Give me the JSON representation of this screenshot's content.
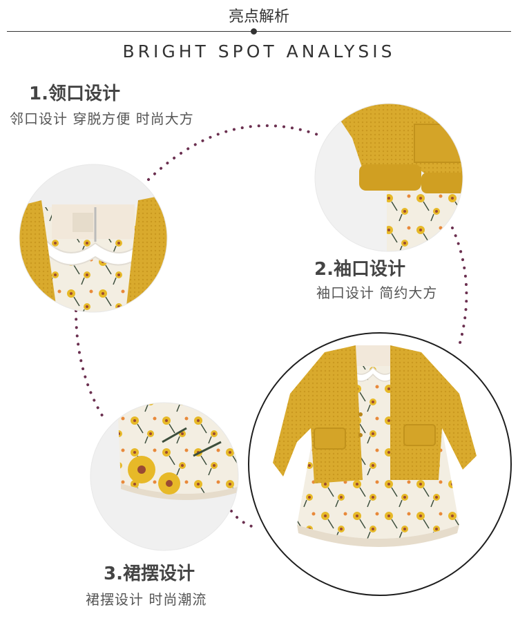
{
  "header": {
    "title": "亮点解析",
    "subtitle": "BRIGHT SPOT ANALYSIS"
  },
  "features": [
    {
      "title": "1.领口设计",
      "desc": "邻口设计  穿脱方便  时尚大方"
    },
    {
      "title": "2.袖口设计",
      "desc": "袖口设计  简约大方"
    },
    {
      "title": "3.裙摆设计",
      "desc": "裙摆设计  时尚潮流"
    }
  ],
  "colors": {
    "accent_yellow": "#D8A92A",
    "dot_purple": "#6B3050",
    "text_dark": "#444444",
    "cream": "#F3EEE2"
  }
}
